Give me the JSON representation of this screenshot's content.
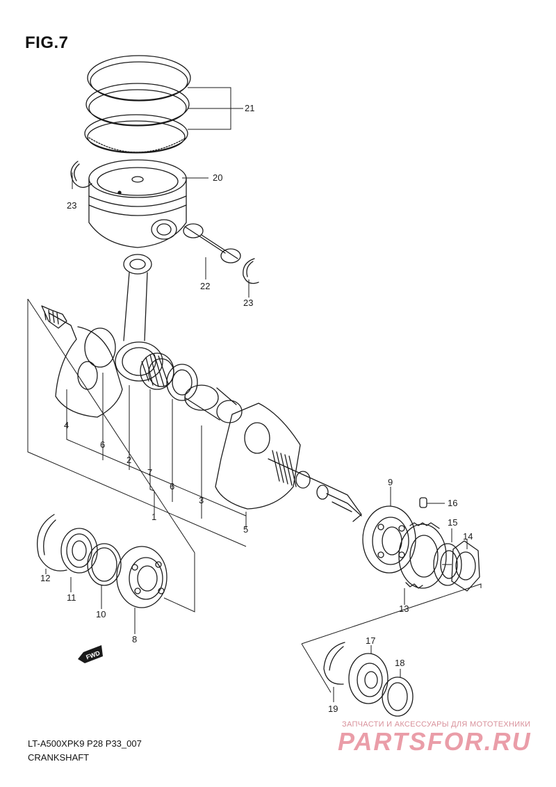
{
  "figure": {
    "title": "FIG.7",
    "code": "LT-A500XPK9 P28 P33_007",
    "caption": "CRANKSHAFT"
  },
  "watermark": {
    "tagline": "ЗАПЧАСТИ И АКСЕССУАРЫ ДЛЯ МОТОТЕХНИКИ",
    "brand": "PARTSFOR.RU",
    "color": "#e37d8c"
  },
  "fwd_marker": "FWD",
  "callouts": {
    "c1": "1",
    "c2": "2",
    "c3": "3",
    "c4": "4",
    "c5": "5",
    "c6a": "6",
    "c6b": "6",
    "c7": "7",
    "c8": "8",
    "c9": "9",
    "c10": "10",
    "c11": "11",
    "c12": "12",
    "c13": "13",
    "c14": "14",
    "c15": "15",
    "c16": "16",
    "c17": "17",
    "c18": "18",
    "c19": "19",
    "c20": "20",
    "c21": "21",
    "c22": "22",
    "c23a": "23",
    "c23b": "23"
  }
}
